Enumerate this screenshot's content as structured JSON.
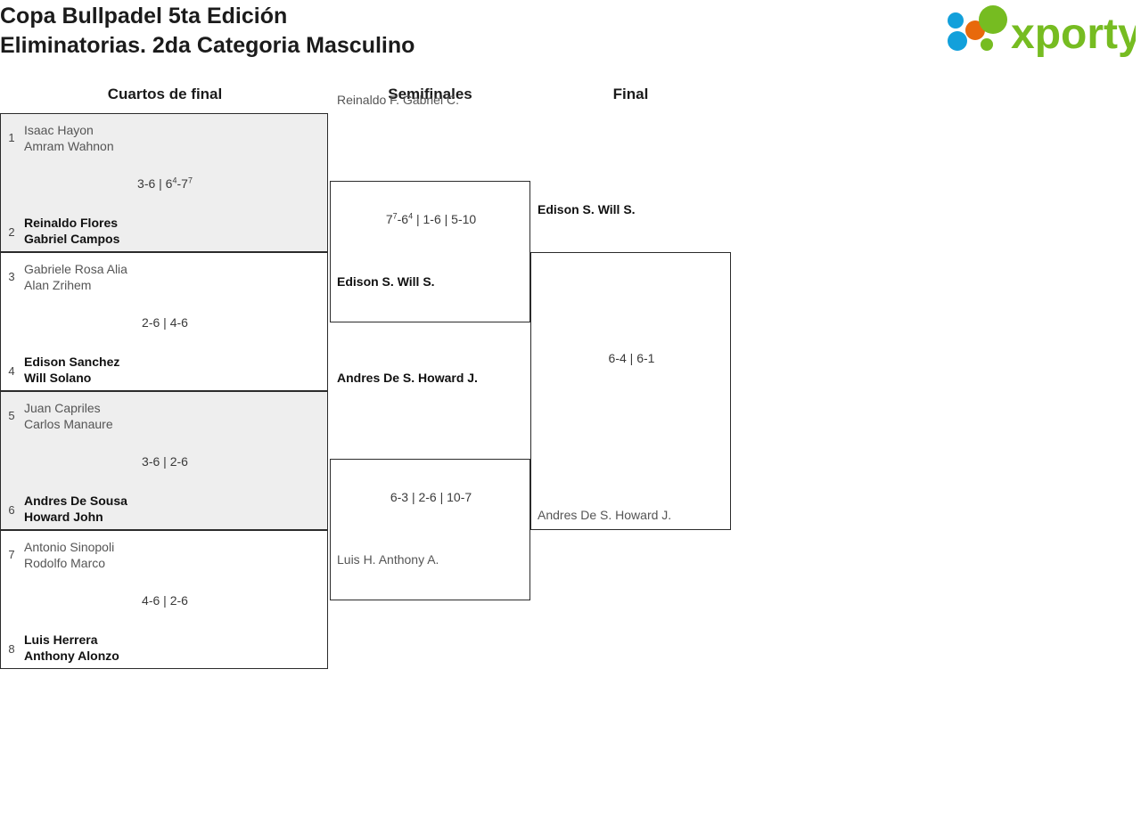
{
  "header": {
    "title_line1": "Copa Bullpadel 5ta Edición",
    "title_line2": "Eliminatorias. 2da Categoria Masculino",
    "logo_text": "xporty",
    "logo_name": "xporty-logo",
    "logo_colors": {
      "green": "#76bc21",
      "blue": "#12a0db",
      "orange": "#e8690b"
    }
  },
  "rounds": {
    "quarterfinals_label": "Cuartos de final",
    "semifinals_label": "Semifinales",
    "final_label": "Final"
  },
  "bracket": {
    "quarterfinals": [
      {
        "seed_top": "1",
        "seed_bottom": "2",
        "top_player1": "Isaac Hayon",
        "top_player2": "Amram Wahnon",
        "bottom_player1": "Reinaldo Flores",
        "bottom_player2": "Gabriel Campos",
        "score": "3-6 | 6⁴-7⁷",
        "score_parts": [
          {
            "text": "3-6 | 6",
            "sup": false
          },
          {
            "text": "4",
            "sup": true
          },
          {
            "text": "-7",
            "sup": false
          },
          {
            "text": "7",
            "sup": true
          }
        ],
        "winner": "bottom",
        "shaded": true
      },
      {
        "seed_top": "3",
        "seed_bottom": "4",
        "top_player1": "Gabriele Rosa Alia",
        "top_player2": "Alan Zrihem",
        "bottom_player1": "Edison Sanchez",
        "bottom_player2": "Will Solano",
        "score": "2-6 | 4-6",
        "score_parts": [
          {
            "text": "2-6 | 4-6",
            "sup": false
          }
        ],
        "winner": "bottom",
        "shaded": false
      },
      {
        "seed_top": "5",
        "seed_bottom": "6",
        "top_player1": "Juan Capriles",
        "top_player2": "Carlos Manaure",
        "bottom_player1": "Andres De Sousa",
        "bottom_player2": "Howard John",
        "score": "3-6 | 2-6",
        "score_parts": [
          {
            "text": "3-6 | 2-6",
            "sup": false
          }
        ],
        "winner": "bottom",
        "shaded": true
      },
      {
        "seed_top": "7",
        "seed_bottom": "8",
        "top_player1": "Antonio Sinopoli",
        "top_player2": "Rodolfo Marco",
        "bottom_player1": "Luis Herrera",
        "bottom_player2": "Anthony Alonzo",
        "score": "4-6 | 2-6",
        "score_parts": [
          {
            "text": "4-6 | 2-6",
            "sup": false
          }
        ],
        "winner": "bottom",
        "shaded": false
      }
    ],
    "semifinals": [
      {
        "top_player1": "Reinaldo F.",
        "top_player2": "Gabriel C.",
        "bottom_player1": "Edison S.",
        "bottom_player2": "Will S.",
        "score": "7⁷-6⁴ | 1-6 | 5-10",
        "score_parts": [
          {
            "text": "7",
            "sup": false
          },
          {
            "text": "7",
            "sup": true
          },
          {
            "text": "-6",
            "sup": false
          },
          {
            "text": "4",
            "sup": true
          },
          {
            "text": " | 1-6 | 5-10",
            "sup": false
          }
        ],
        "winner": "bottom"
      },
      {
        "top_player1": "Andres De S.",
        "top_player2": "Howard J.",
        "bottom_player1": "Luis H.",
        "bottom_player2": "Anthony A.",
        "score": "6-3 | 2-6 | 10-7",
        "score_parts": [
          {
            "text": "6-3 | 2-6 | 10-7",
            "sup": false
          }
        ],
        "winner": "top"
      }
    ],
    "final": {
      "top_player1": "Edison S.",
      "top_player2": "Will S.",
      "bottom_player1": "Andres De S.",
      "bottom_player2": "Howard J.",
      "score": "6-4 | 6-1",
      "score_parts": [
        {
          "text": "6-4 | 6-1",
          "sup": false
        }
      ],
      "winner": "top"
    }
  }
}
